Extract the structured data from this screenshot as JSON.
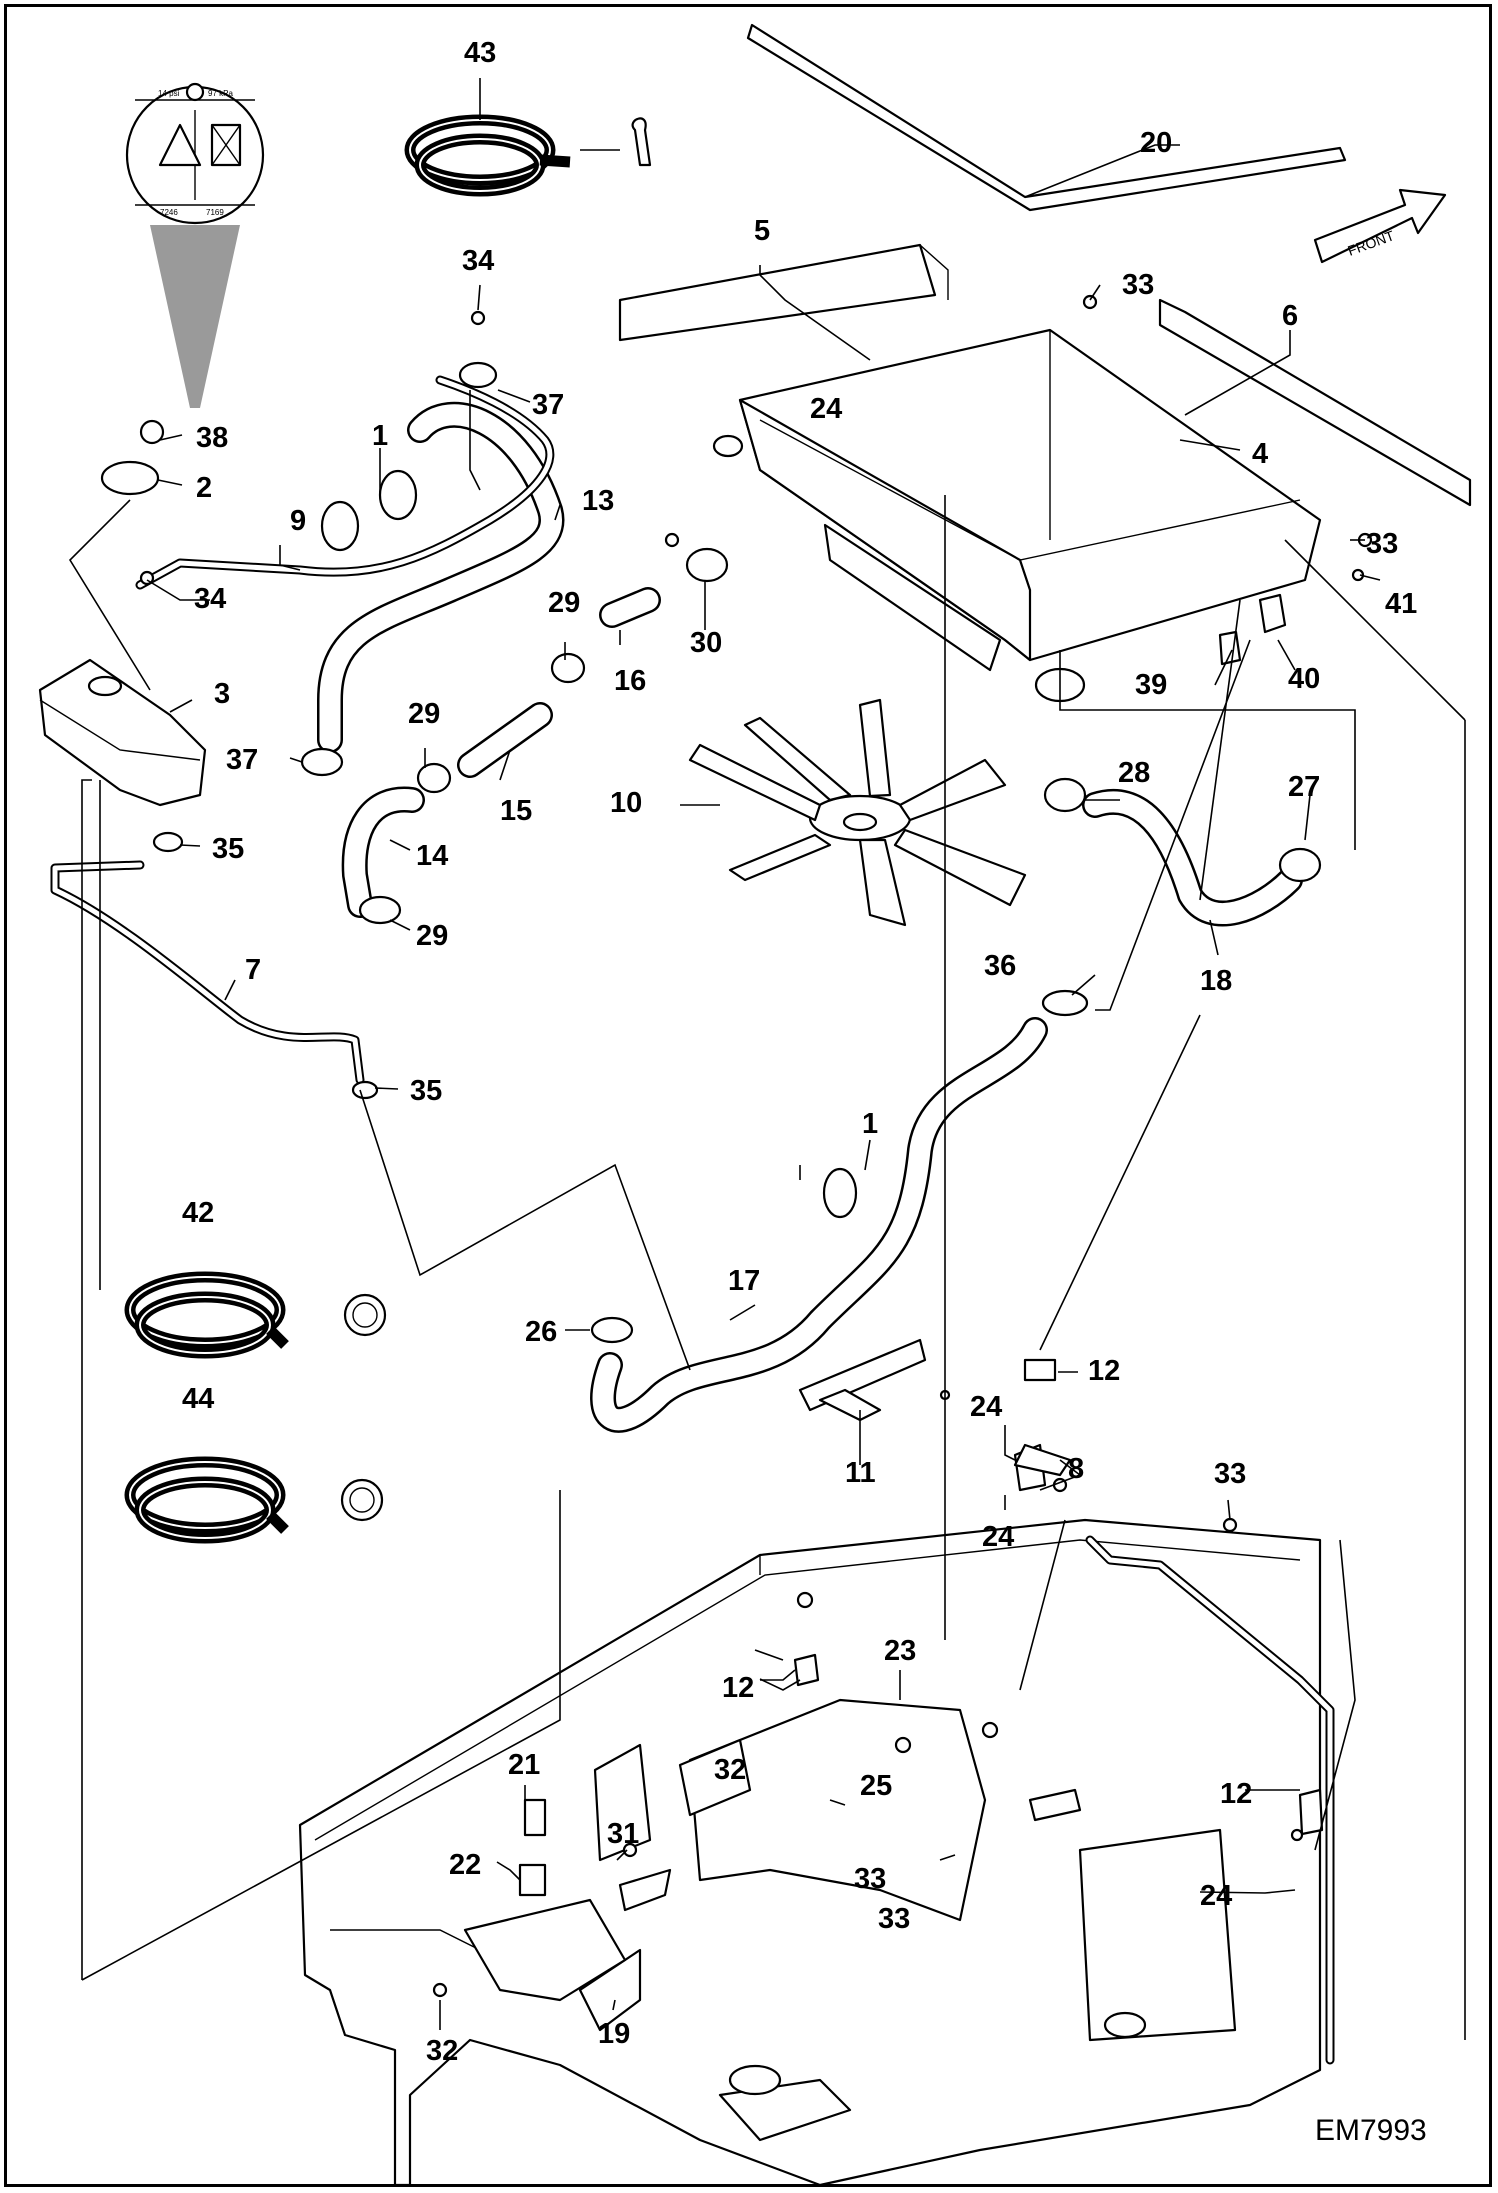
{
  "figure": {
    "code": "EM7993",
    "front_label": "FRONT"
  },
  "decal": {
    "top_left": "14 psi",
    "top_right": "97 kPa",
    "bottom_left": "7246",
    "bottom_right": "7169"
  },
  "callouts": {
    "c1a": "1",
    "c1b": "1",
    "c2": "2",
    "c3": "3",
    "c4": "4",
    "c5": "5",
    "c6": "6",
    "c7": "7",
    "c8": "8",
    "c9": "9",
    "c10": "10",
    "c11": "11",
    "c12a": "12",
    "c12b": "12",
    "c12c": "12",
    "c13": "13",
    "c14": "14",
    "c15": "15",
    "c16": "16",
    "c17": "17",
    "c18": "18",
    "c19": "19",
    "c20": "20",
    "c21": "21",
    "c22": "22",
    "c23": "23",
    "c24a": "24",
    "c24b": "24",
    "c24c": "24",
    "c24d": "24",
    "c25": "25",
    "c26": "26",
    "c27": "27",
    "c28": "28",
    "c29a": "29",
    "c29b": "29",
    "c29c": "29",
    "c30": "30",
    "c31": "31",
    "c32a": "32",
    "c32b": "32",
    "c33a": "33",
    "c33b": "33",
    "c33c": "33",
    "c33d": "33",
    "c33e": "33",
    "c34a": "34",
    "c34b": "34",
    "c35a": "35",
    "c35b": "35",
    "c36": "36",
    "c37a": "37",
    "c37b": "37",
    "c38": "38",
    "c39": "39",
    "c40": "40",
    "c41": "41",
    "c42": "42",
    "c43": "43",
    "c44": "44"
  }
}
